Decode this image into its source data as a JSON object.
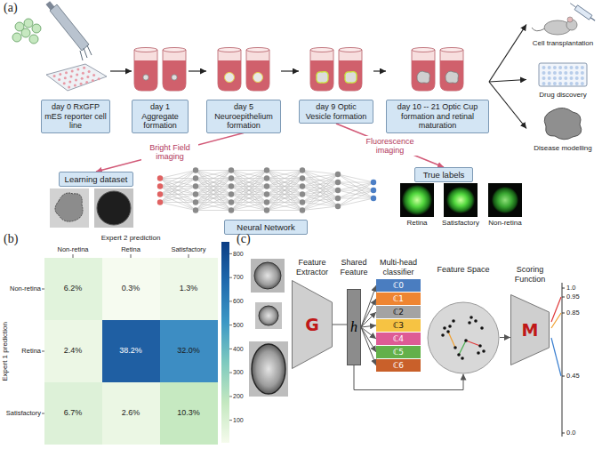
{
  "diagram": {
    "nodes": [
      {
        "text": [
          "day 0 RxGFP mES reporter cell line"
        ]
      },
      {
        "text": [
          "day 1 Aggregate formation"
        ]
      },
      {
        "text": [
          "day 5 Neuroepithelium formation"
        ]
      },
      {
        "text": [
          "day 9 Optic Vesicle formation"
        ]
      },
      {
        "text": [
          "day 10 -- 21 Optic Cup formation and retinal maturation"
        ]
      },
      {
        "text": [
          "Cell transplantation"
        ]
      },
      {
        "text": [
          "Drug discovery"
        ]
      },
      {
        "text": [
          "Disease modelling"
        ]
      },
      {
        "text": [
          "Learning dataset"
        ]
      },
      {
        "text": [
          "Neural Network"
        ]
      },
      {
        "text": [
          "True labels"
        ]
      },
      {
        "text": [
          "Feature Extractor",
          "G"
        ]
      },
      {
        "text": [
          "Shared Feature",
          "h"
        ]
      },
      {
        "text": [
          "Multi-head classifier"
        ]
      },
      {
        "text": [
          "ℂ0"
        ],
        "in": 13
      },
      {
        "text": [
          "ℂ1"
        ],
        "in": 13
      },
      {
        "text": [
          "ℂ2"
        ],
        "in": 13
      },
      {
        "text": [
          "ℂ3"
        ],
        "in": 13
      },
      {
        "text": [
          "ℂ4"
        ],
        "in": 13
      },
      {
        "text": [
          "ℂ5"
        ],
        "in": 13
      },
      {
        "text": [
          "ℂ6"
        ],
        "in": 13
      },
      {
        "text": [
          "Feature Space"
        ]
      },
      {
        "text": [
          "Scoring Function",
          "M"
        ]
      }
    ],
    "edges": [
      {
        "from": 0,
        "to": 1,
        "arrow": "to"
      },
      {
        "from": 1,
        "to": 2,
        "arrow": "to"
      },
      {
        "from": 2,
        "to": 3,
        "arrow": "to"
      },
      {
        "from": 3,
        "to": 4,
        "arrow": "to"
      },
      {
        "from": 4,
        "to": 5,
        "arrow": "to"
      },
      {
        "from": 4,
        "to": 6,
        "arrow": "to"
      },
      {
        "from": 4,
        "to": 7,
        "arrow": "to"
      },
      {
        "from": 2,
        "to": 8,
        "label": "Bright Field imaging",
        "arrow": "to"
      },
      {
        "from": 3,
        "to": 10,
        "label": "Fluorescence imaging",
        "arrow": "to"
      },
      {
        "from": 11,
        "to": 12,
        "arrow": "none"
      },
      {
        "from": 12,
        "to": 14,
        "arrow": "to"
      },
      {
        "from": 12,
        "to": 15,
        "arrow": "to"
      },
      {
        "from": 12,
        "to": 16,
        "arrow": "to"
      },
      {
        "from": 12,
        "to": 17,
        "arrow": "to"
      },
      {
        "from": 12,
        "to": 18,
        "arrow": "to"
      },
      {
        "from": 12,
        "to": 19,
        "arrow": "to"
      },
      {
        "from": 12,
        "to": 20,
        "arrow": "to"
      },
      {
        "from": 12,
        "to": 21,
        "arrow": "to"
      },
      {
        "from": 21,
        "to": 22,
        "arrow": "to"
      }
    ],
    "labels": [
      "(a)",
      "Retina",
      "Satisfactory",
      "Non-retina",
      "(b)",
      "Expert 2 prediction",
      "Non-retina",
      "Retina",
      "Satisfactory",
      "Expert 1 prediction",
      "Non-retina",
      "Retina",
      "Satisfactory",
      "6.2%",
      "0.3%",
      "1.3%",
      "2.4%",
      "38.2%",
      "32.0%",
      "6.7%",
      "2.6%",
      "10.3%",
      "800",
      "700",
      "600",
      "500",
      "400",
      "300",
      "200",
      "100",
      "(c)",
      "1.0",
      "0.95",
      "0.85",
      "0.45",
      "0.0"
    ]
  }
}
